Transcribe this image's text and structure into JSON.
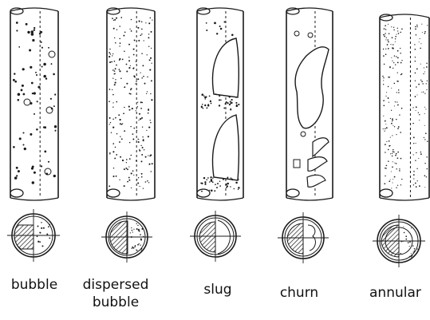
{
  "diagram": {
    "regimes": [
      {
        "id": "bubble",
        "label": "bubble"
      },
      {
        "id": "dispersed",
        "label_lines": [
          "dispersed",
          "bubble"
        ]
      },
      {
        "id": "slug",
        "label": "slug"
      },
      {
        "id": "churn",
        "label": "churn"
      },
      {
        "id": "annular",
        "label": "annular"
      }
    ],
    "colors": {
      "ink": "#1a1a1a",
      "paper": "#ffffff"
    }
  }
}
